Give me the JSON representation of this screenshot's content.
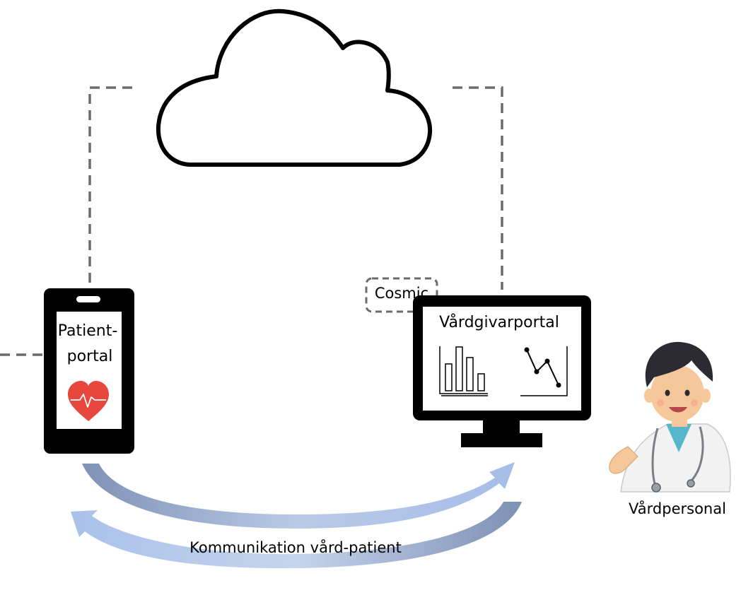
{
  "diagram": {
    "phone": {
      "label_line1": "Patient-",
      "label_line2": "portal",
      "icon": "heart-pulse-icon"
    },
    "monitor": {
      "label": "Vårdgivarportal",
      "icons": [
        "bar-chart-icon",
        "line-chart-icon"
      ]
    },
    "cosmic_label": "Cosmic",
    "cloud_icon": "cloud-icon",
    "doctor": {
      "label": "Vårdpersonal",
      "icon": "doctor-avatar"
    },
    "communication_label": "Kommunikation vård-patient",
    "colors": {
      "heart": "#e8473e",
      "arrow_light": "#a9c1ea",
      "arrow_dark": "#8fa4c8",
      "dashed_line": "#6b6b6b",
      "coat": "#f2f2f2",
      "hair": "#2c2a33",
      "skin": "#f6c79a",
      "scrubs": "#58b6c9"
    }
  }
}
